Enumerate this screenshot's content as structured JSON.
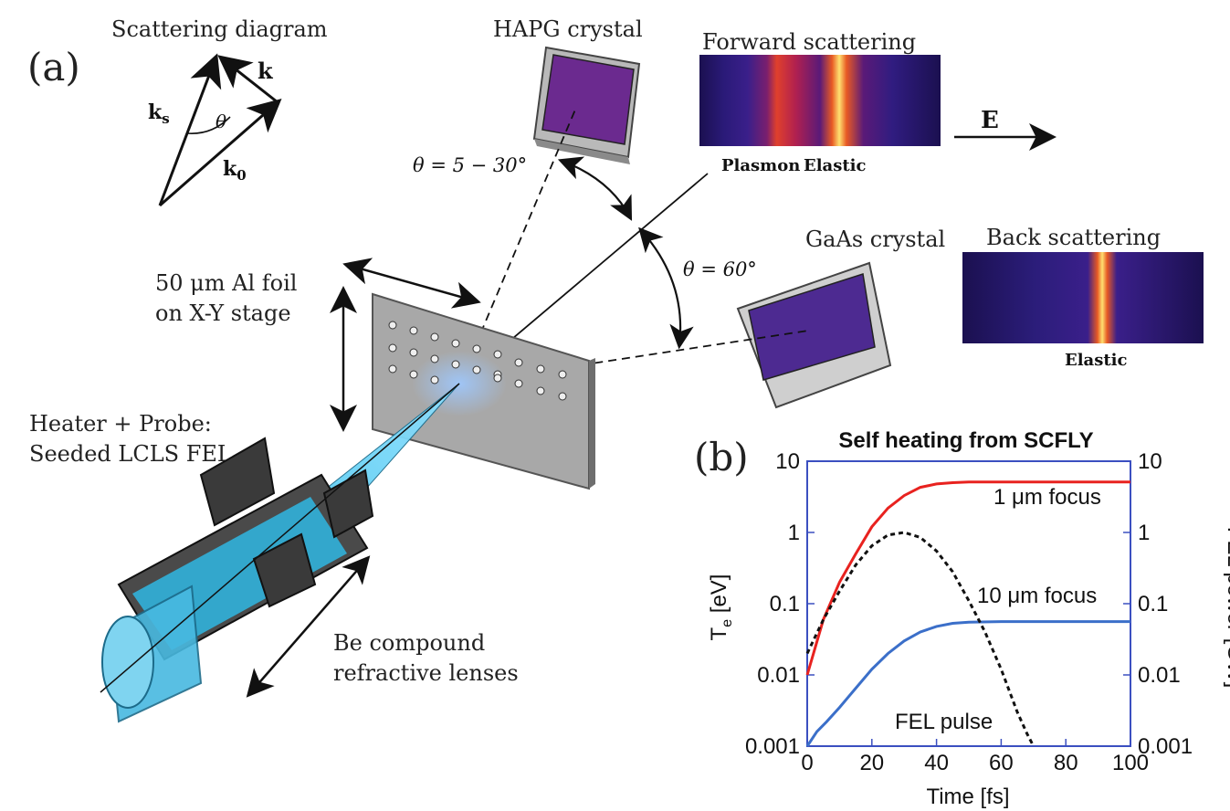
{
  "panel_a": {
    "label": "(a)",
    "scattering_diagram": {
      "title": "Scattering diagram",
      "ks": "k",
      "ks_sub": "s",
      "k": "k",
      "k0": "k",
      "k0_sub": "0",
      "theta": "θ"
    },
    "hapg": {
      "label": "HAPG crystal"
    },
    "gaas": {
      "label": "GaAs crystal"
    },
    "forward": {
      "title": "Forward scattering",
      "left": "Plasmon",
      "right": "Elastic"
    },
    "back": {
      "title": "Back scattering",
      "peak": "Elastic"
    },
    "energy_label": "E",
    "angle_forward": "θ = 5 − 30°",
    "angle_back": "θ = 60°",
    "foil": {
      "line1": "50 μm Al foil",
      "line2": "on X-Y stage"
    },
    "source": {
      "line1": "Heater + Probe:",
      "line2": "Seeded LCLS FEL"
    },
    "lenses": {
      "line1": "Be compound",
      "line2": "refractive lenses"
    }
  },
  "panel_b": {
    "label": "(b)"
  },
  "colors": {
    "red": "#e8221f",
    "blue": "#3b6fc9",
    "black": "#111111",
    "frame": "#3b4fc0"
  },
  "chart_data": {
    "type": "line",
    "title": "Self heating from SCFLY",
    "xlabel": "Time [fs]",
    "ylabel_left": "T_e [eV]",
    "ylabel_right": "FEL power [GW]",
    "xlim": [
      0,
      100
    ],
    "ylim": [
      0.001,
      10
    ],
    "yscale": "log",
    "xticks": [
      0,
      20,
      40,
      60,
      80,
      100
    ],
    "yticks": [
      "0.001",
      "0.01",
      "0.1",
      "1",
      "10"
    ],
    "series": [
      {
        "name": "1 μm focus",
        "color": "#e8221f",
        "x": [
          0,
          5,
          10,
          15,
          20,
          25,
          30,
          35,
          40,
          45,
          50,
          60,
          70,
          80,
          90,
          100
        ],
        "y": [
          0.01,
          0.06,
          0.2,
          0.5,
          1.2,
          2.2,
          3.3,
          4.3,
          4.8,
          5.0,
          5.1,
          5.1,
          5.1,
          5.1,
          5.1,
          5.1
        ]
      },
      {
        "name": "10 μm focus",
        "color": "#3b6fc9",
        "x": [
          0,
          3,
          6,
          10,
          15,
          20,
          25,
          30,
          35,
          40,
          45,
          50,
          60,
          70,
          80,
          90,
          100
        ],
        "y": [
          0.001,
          0.0016,
          0.0022,
          0.0035,
          0.0065,
          0.012,
          0.02,
          0.03,
          0.04,
          0.048,
          0.053,
          0.055,
          0.056,
          0.056,
          0.056,
          0.056,
          0.056
        ]
      },
      {
        "name": "FEL pulse",
        "color": "#111111",
        "x": [
          0,
          5,
          10,
          15,
          20,
          25,
          30,
          35,
          40,
          45,
          50,
          55,
          60,
          65,
          68,
          70
        ],
        "y": [
          0.02,
          0.06,
          0.15,
          0.35,
          0.65,
          0.92,
          1.0,
          0.85,
          0.55,
          0.28,
          0.11,
          0.04,
          0.012,
          0.003,
          0.0015,
          0.001
        ]
      }
    ]
  }
}
